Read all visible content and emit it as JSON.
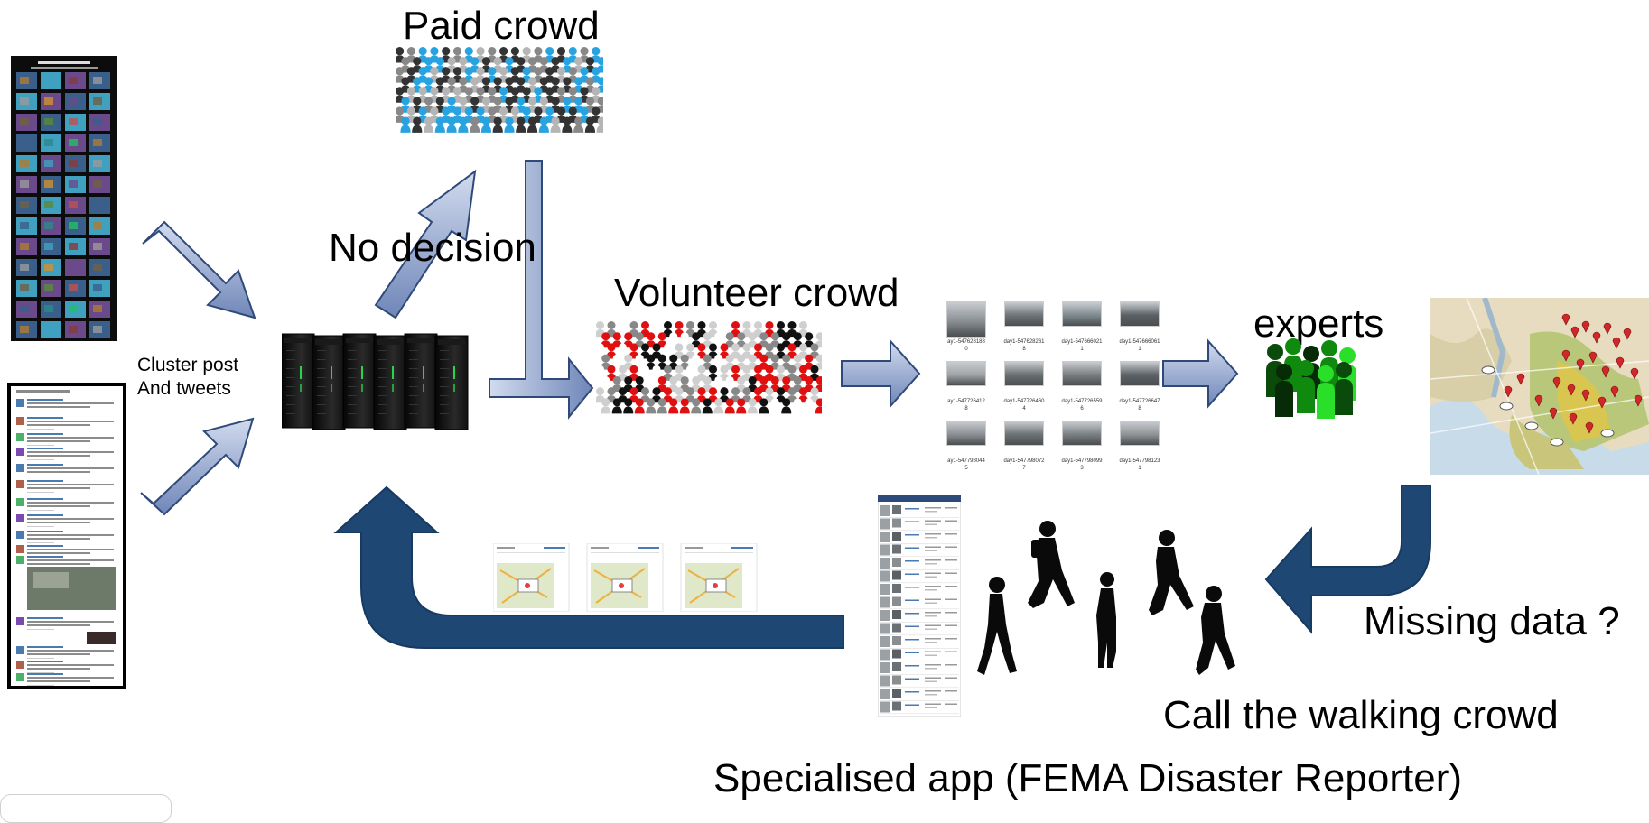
{
  "labels": {
    "paid_crowd": "Paid crowd",
    "no_decision": "No decision",
    "volunteer_crowd": "Volunteer crowd",
    "experts": "experts",
    "cluster_post_line1": "Cluster post",
    "cluster_post_line2": "And tweets",
    "missing_data": "Missing data ?",
    "call_walking_crowd": "Call the walking crowd",
    "specialised_app": "Specialised app (FEMA Disaster Reporter)"
  },
  "photo_grid": [
    {
      "cap1": "ay1-547628188",
      "cap2": "0"
    },
    {
      "cap1": "day1-547628261",
      "cap2": "8"
    },
    {
      "cap1": "day1-547666021",
      "cap2": "1"
    },
    {
      "cap1": "day1-547666061",
      "cap2": "1"
    },
    {
      "cap1": "ay1-547726412",
      "cap2": "8"
    },
    {
      "cap1": "day1-547726460",
      "cap2": "4"
    },
    {
      "cap1": "day1-547726559",
      "cap2": "6"
    },
    {
      "cap1": "day1-547726647",
      "cap2": "8"
    },
    {
      "cap1": "ay1-547798044",
      "cap2": "5"
    },
    {
      "cap1": "day1-547798072",
      "cap2": "7"
    },
    {
      "cap1": "day1-547798099",
      "cap2": "3"
    },
    {
      "cap1": "day1-547798123",
      "cap2": "1"
    }
  ],
  "colors": {
    "arrow_fill_top": "#c9d3e8",
    "arrow_fill_bottom": "#6a80b4",
    "arrow_stroke": "#2f4a7a",
    "return_arrow": "#1f4774",
    "paid_crowd": [
      "#29a3e0",
      "#333333",
      "#888888",
      "#b5b5b5"
    ],
    "volunteer_crowd": [
      "#e01010",
      "#111111",
      "#888888",
      "#cfcfcf",
      "#ffffff"
    ],
    "experts": [
      "#0a4a0a",
      "#0f8a0f",
      "#2adf2a",
      "#072a07"
    ]
  },
  "icons": [
    "server-rack-icon",
    "crowd-icon",
    "walking-people-icon",
    "map-icon"
  ]
}
